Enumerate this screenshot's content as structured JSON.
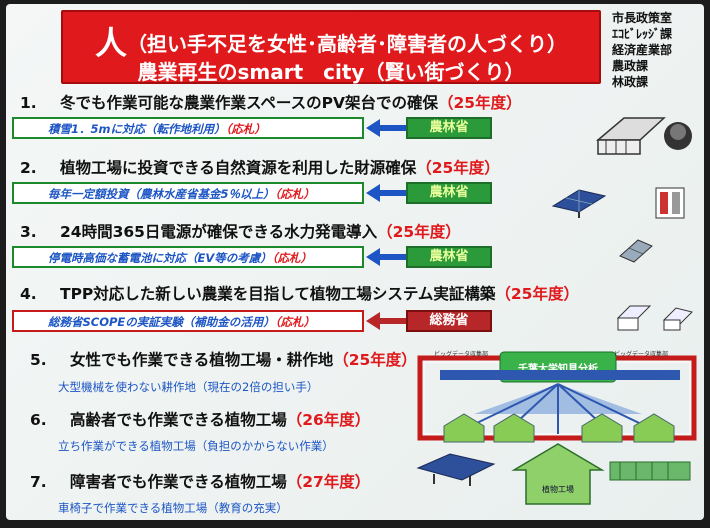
{
  "title": {
    "big_char": "人",
    "line1_rest": "（担い手不足を女性･高齢者･障害者の人づくり）",
    "line2": "農業再生のsmart　city（賢い街づくり）"
  },
  "departments": [
    "市長政策室",
    "ｴｺﾋﾞﾚｯｼﾞ課",
    "経済産業部",
    "農政課",
    "林政課"
  ],
  "items": [
    {
      "num": "1.",
      "text": "冬でも作業可能な農業作業スペースのPV架台での確保",
      "year": "（25年度）",
      "sub": "積雪1．5mに対応（転作地利用）",
      "sub_tag": "（応札）",
      "ministry": "農林省"
    },
    {
      "num": "2.",
      "text": "植物工場に投資できる自然資源を利用した財源確保",
      "year": "（25年度）",
      "sub": "毎年一定額投資（農林水産省基金5％以上）",
      "sub_tag": "（応札）",
      "ministry": "農林省"
    },
    {
      "num": "3.",
      "text": "24時間365日電源が確保できる水力発電導入",
      "year": "（25年度）",
      "sub": "停電時高価な蓄電池に対応（EV等の考慮）",
      "sub_tag": "（応札）",
      "ministry": "農林省"
    },
    {
      "num": "4.",
      "text": "TPP対応した新しい農業を目指して植物工場システム実証構築",
      "year": "（25年度）",
      "sub": "総務省SCOPEの実証実験（補助金の活用）",
      "sub_tag": "（応札）",
      "ministry": "総務省"
    },
    {
      "num": "5.",
      "text": "女性でも作業できる植物工場・耕作地",
      "year": "（25年度）",
      "sub": "大型機械を使わない耕作地（現在の2倍の担い手）"
    },
    {
      "num": "6.",
      "text": "高齢者でも作業できる植物工場",
      "year": "（26年度）",
      "sub": "立ち作業ができる植物工場（負担のかからない作業）"
    },
    {
      "num": "7.",
      "text": "障害者でも作業できる植物工場",
      "year": "（27年度）",
      "sub": "車椅子で作業できる植物工場（教育の充実）"
    }
  ],
  "diagram": {
    "center_label": "千葉大学知見分析",
    "left_label": "ビッグデータ収集部",
    "right_label": "ビッグデータ収集部",
    "factory_label": "植物工場"
  },
  "colors": {
    "title_red": "#e0191c",
    "green": "#2a9a3b",
    "blue": "#1d56c4"
  }
}
